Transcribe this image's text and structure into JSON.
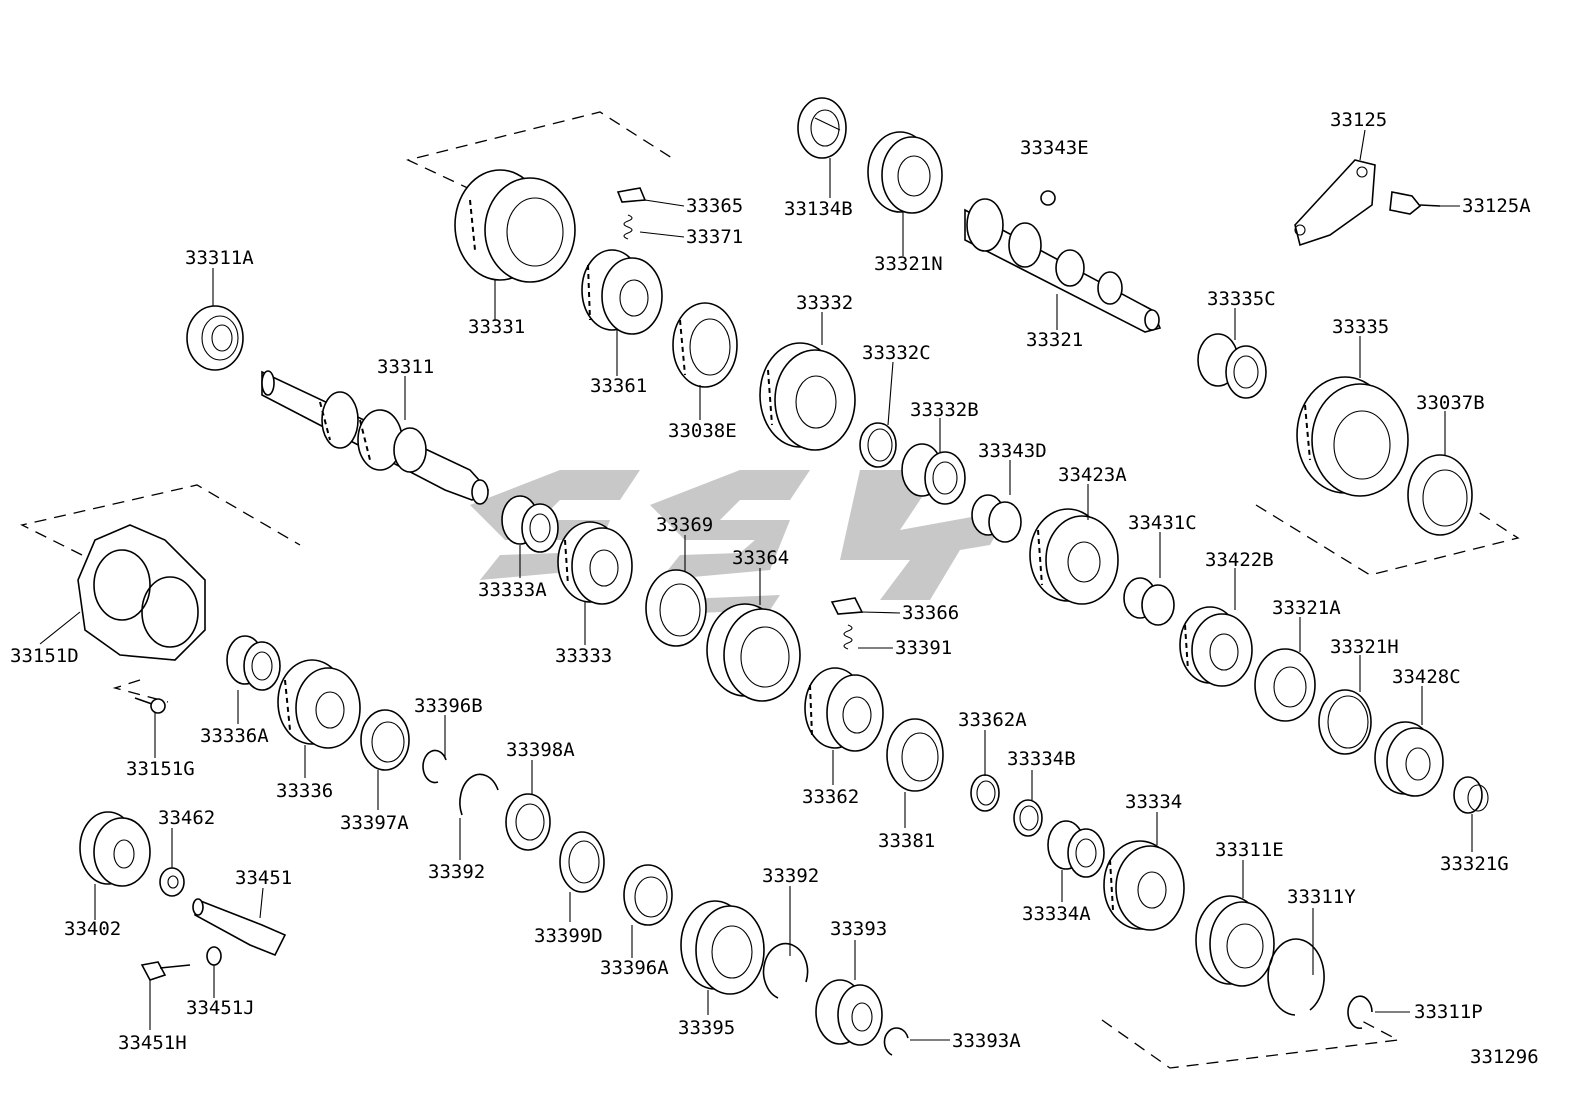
{
  "diagram_id": "331296",
  "watermark_text": "SS4",
  "labels": {
    "l33311A": "33311A",
    "l33331": "33331",
    "l33365": "33365",
    "l33371": "33371",
    "l33134B": "33134B",
    "l33321N": "33321N",
    "l33343E": "33343E",
    "l33125": "33125",
    "l33125A": "33125A",
    "l33311": "33311",
    "l33361": "33361",
    "l33038E": "33038E",
    "l33332": "33332",
    "l33332C": "33332C",
    "l33332B": "33332B",
    "l33321": "33321",
    "l33335C": "33335C",
    "l33335": "33335",
    "l33037B": "33037B",
    "l33343D": "33343D",
    "l33423A": "33423A",
    "l33431C": "33431C",
    "l33422B": "33422B",
    "l33321A": "33321A",
    "l33321H": "33321H",
    "l33428C": "33428C",
    "l33321G": "33321G",
    "l33333A": "33333A",
    "l33333": "33333",
    "l33369": "33369",
    "l33364": "33364",
    "l33366": "33366",
    "l33391": "33391",
    "l33151D": "33151D",
    "l33151G": "33151G",
    "l33336A": "33336A",
    "l33336": "33336",
    "l33396B": "33396B",
    "l33397A": "33397A",
    "l33392a": "33392",
    "l33398A": "33398A",
    "l33399D": "33399D",
    "l33396A": "33396A",
    "l33395": "33395",
    "l33392b": "33392",
    "l33393": "33393",
    "l33393A": "33393A",
    "l33362": "33362",
    "l33381": "33381",
    "l33362A": "33362A",
    "l33334B": "33334B",
    "l33334": "33334",
    "l33334A": "33334A",
    "l33311E": "33311E",
    "l33311Y": "33311Y",
    "l33311P": "33311P",
    "l33402": "33402",
    "l33462": "33462",
    "l33451": "33451",
    "l33451H": "33451H",
    "l33451J": "33451J"
  }
}
